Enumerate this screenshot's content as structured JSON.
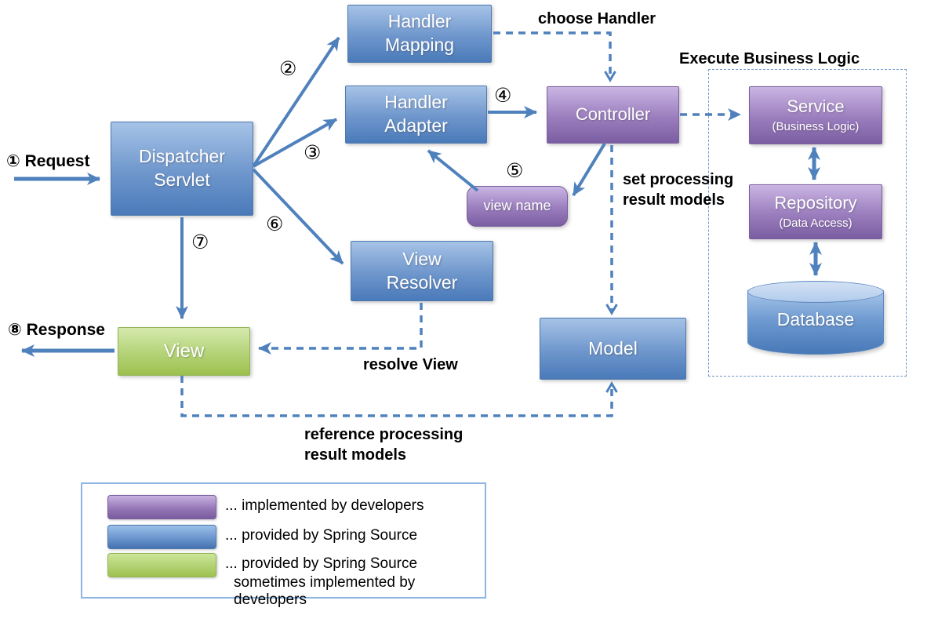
{
  "boxes": {
    "dispatcher_servlet": "Dispatcher Servlet",
    "handler_mapping": "Handler Mapping",
    "handler_adapter": "Handler Adapter",
    "controller": "Controller",
    "view_name": "view name",
    "view_resolver": "View Resolver",
    "view": "View",
    "model": "Model",
    "service_title": "Service",
    "service_subtitle": "(Business Logic)",
    "repository_title": "Repository",
    "repository_subtitle": "(Data Access)",
    "database": "Database"
  },
  "steps": {
    "request": "① Request",
    "response": "⑧ Response",
    "n2": "②",
    "n3": "③",
    "n4": "④",
    "n5": "⑤",
    "n6": "⑥",
    "n7": "⑦"
  },
  "annotations": {
    "choose_handler": "choose Handler",
    "execute_business_logic": "Execute Business Logic",
    "set_processing_result_models": "set processing result models",
    "resolve_view": "resolve View",
    "reference_processing_result_models": "reference processing result models"
  },
  "legend": {
    "items": [
      {
        "color": "#8064a2",
        "label": "... implemented by developers"
      },
      {
        "color": "#4f81bd",
        "label": "... provided by Spring Source"
      },
      {
        "color": "#9bbb59",
        "label": "... provided by Spring Source",
        "sublabel": "sometimes implemented by developers"
      }
    ]
  },
  "colors": {
    "spring_blue": "#4f81bd",
    "developer_purple": "#8064a2",
    "view_green": "#9bbb59",
    "arrow_blue": "#4f81bd",
    "box_text": "#ffffff",
    "annotation_text": "#000000"
  }
}
